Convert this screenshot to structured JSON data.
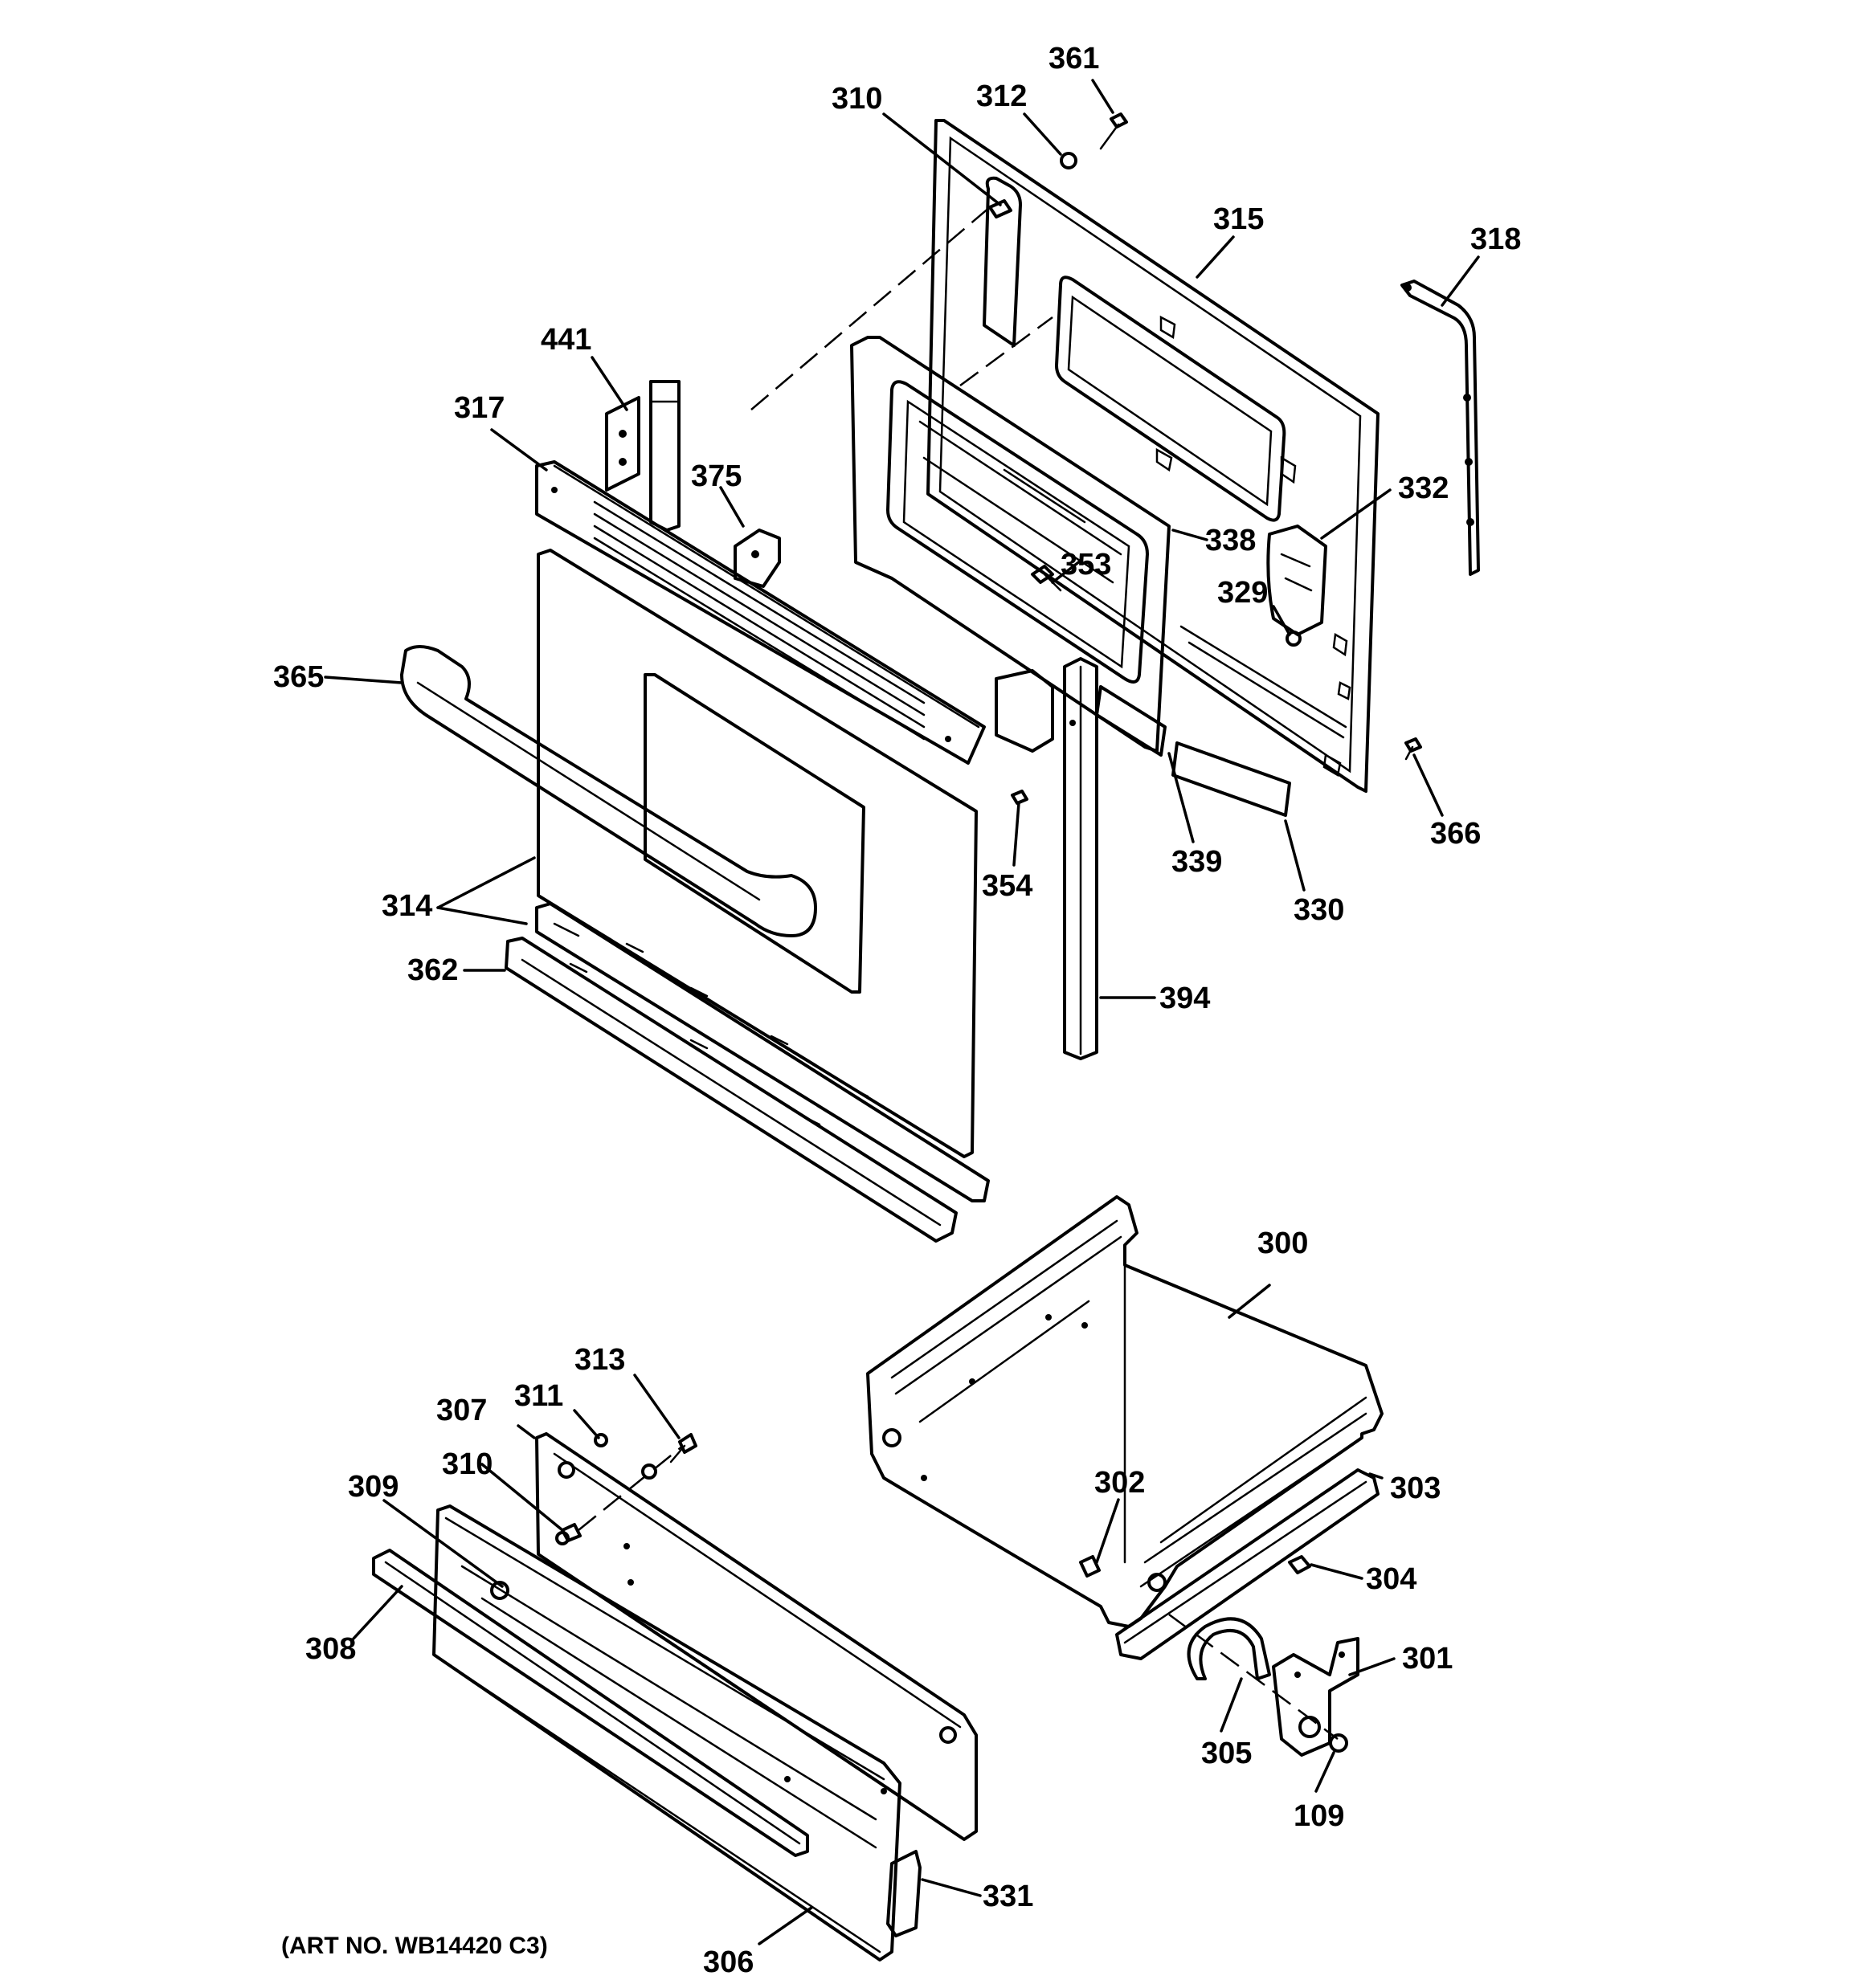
{
  "diagram": {
    "art_number": "(ART NO. WB14420 C3)",
    "parts": {
      "p100": "109",
      "p300": "300",
      "p301": "301",
      "p302": "302",
      "p303": "303",
      "p304": "304",
      "p305": "305",
      "p306": "306",
      "p307": "307",
      "p308": "308",
      "p309": "309",
      "p310a": "310",
      "p310b": "310",
      "p311": "311",
      "p312": "312",
      "p313": "313",
      "p314": "314",
      "p315": "315",
      "p317": "317",
      "p318": "318",
      "p329": "329",
      "p330": "330",
      "p331": "331",
      "p332": "332",
      "p338": "338",
      "p339": "339",
      "p353": "353",
      "p354": "354",
      "p361": "361",
      "p362": "362",
      "p365": "365",
      "p366": "366",
      "p375": "375",
      "p394": "394",
      "p441": "441"
    }
  }
}
